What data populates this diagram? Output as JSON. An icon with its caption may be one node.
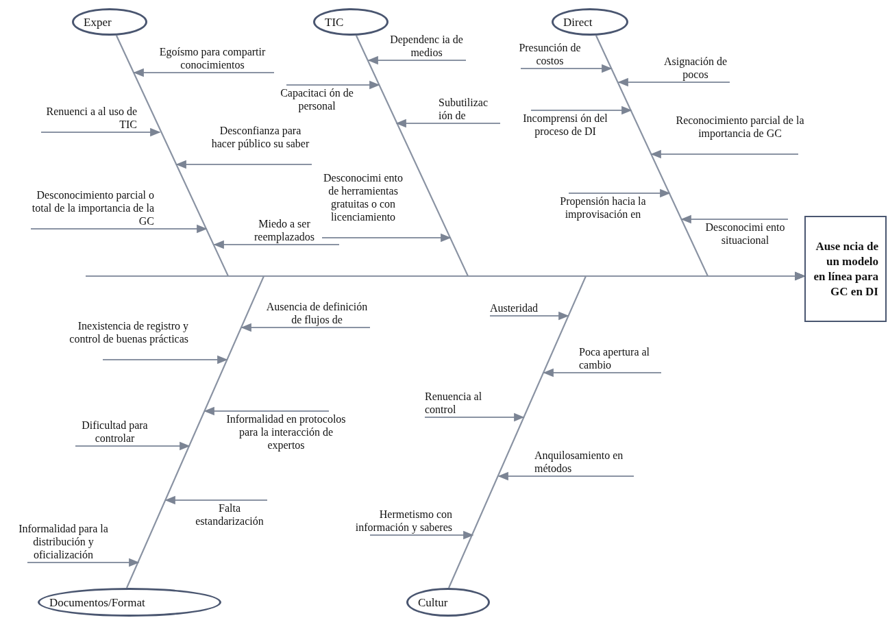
{
  "diagram": {
    "nodes": [
      {
        "text": [
          "Exper"
        ]
      },
      {
        "text": [
          "TIC"
        ]
      },
      {
        "text": [
          "Direct"
        ]
      },
      {
        "text": [
          "Documentos/Format"
        ]
      },
      {
        "text": [
          "Cultur"
        ]
      },
      {
        "text": [
          "Ause ncia de un modelo en línea para GC en DI"
        ]
      },
      {
        "text": [
          "Egoísmo para compartir conocimientos"
        ]
      },
      {
        "text": [
          "Renuenci a al uso de TIC"
        ]
      },
      {
        "text": [
          "Desconfianza para hacer público su saber"
        ]
      },
      {
        "text": [
          "Desconocimiento parcial o total de la importancia de la GC"
        ]
      },
      {
        "text": [
          "Miedo a ser reemplazados"
        ]
      },
      {
        "text": [
          "Dependenc ia de medios"
        ]
      },
      {
        "text": [
          "Capacitaci ón de personal"
        ]
      },
      {
        "text": [
          "Subutilizac ión de"
        ]
      },
      {
        "text": [
          "Desconocimi ento de herramientas gratuitas o con licenciamiento"
        ]
      },
      {
        "text": [
          "Presunción de costos"
        ]
      },
      {
        "text": [
          "Asignación de pocos"
        ]
      },
      {
        "text": [
          "Incomprensi ón del proceso de DI"
        ]
      },
      {
        "text": [
          "Reconocimiento parcial de la importancia de GC"
        ]
      },
      {
        "text": [
          "Propensión hacia la improvisación en"
        ]
      },
      {
        "text": [
          "Desconocimi ento situacional"
        ]
      },
      {
        "text": [
          "Ausencia de definición de flujos de"
        ]
      },
      {
        "text": [
          "Inexistencia de registro y control de buenas prácticas"
        ]
      },
      {
        "text": [
          "Informalidad en protocolos para la interacción de expertos"
        ]
      },
      {
        "text": [
          "Dificultad para controlar"
        ]
      },
      {
        "text": [
          "Falta estandarización"
        ]
      },
      {
        "text": [
          "Informalidad para la distribución y oficialización"
        ]
      },
      {
        "text": [
          "Austeridad"
        ]
      },
      {
        "text": [
          "Poca apertura al cambio"
        ]
      },
      {
        "text": [
          "Renuencia al control"
        ]
      },
      {
        "text": [
          "Anquilosamiento en métodos"
        ]
      },
      {
        "text": [
          "Hermetismo con información y saberes"
        ]
      }
    ],
    "edges": [
      {
        "from": 0,
        "to": 5,
        "arrow": "to"
      },
      {
        "from": 1,
        "to": 5,
        "arrow": "to"
      },
      {
        "from": 2,
        "to": 5,
        "arrow": "to"
      },
      {
        "from": 3,
        "to": 5,
        "arrow": "to"
      },
      {
        "from": 4,
        "to": 5,
        "arrow": "to"
      },
      {
        "from": 6,
        "to": null,
        "arrow": "to"
      },
      {
        "from": 7,
        "to": null,
        "arrow": "to"
      },
      {
        "from": 8,
        "to": null,
        "arrow": "to"
      },
      {
        "from": 9,
        "to": null,
        "arrow": "to"
      },
      {
        "from": 10,
        "to": null,
        "arrow": "to"
      },
      {
        "from": 11,
        "to": null,
        "arrow": "to"
      },
      {
        "from": 12,
        "to": null,
        "arrow": "to"
      },
      {
        "from": 13,
        "to": null,
        "arrow": "to"
      },
      {
        "from": 14,
        "to": null,
        "arrow": "to"
      },
      {
        "from": 15,
        "to": null,
        "arrow": "to"
      },
      {
        "from": 16,
        "to": null,
        "arrow": "to"
      },
      {
        "from": 17,
        "to": null,
        "arrow": "to"
      },
      {
        "from": 18,
        "to": null,
        "arrow": "to"
      },
      {
        "from": 19,
        "to": null,
        "arrow": "to"
      },
      {
        "from": 20,
        "to": null,
        "arrow": "to"
      },
      {
        "from": 21,
        "to": null,
        "arrow": "to"
      },
      {
        "from": 22,
        "to": null,
        "arrow": "to"
      },
      {
        "from": 23,
        "to": null,
        "arrow": "to"
      },
      {
        "from": 24,
        "to": null,
        "arrow": "to"
      },
      {
        "from": 25,
        "to": null,
        "arrow": "to"
      },
      {
        "from": 26,
        "to": null,
        "arrow": "to"
      },
      {
        "from": 27,
        "to": null,
        "arrow": "to"
      },
      {
        "from": 28,
        "to": null,
        "arrow": "to"
      },
      {
        "from": 29,
        "to": null,
        "arrow": "to"
      },
      {
        "from": 30,
        "to": null,
        "arrow": "to"
      },
      {
        "from": 31,
        "to": null,
        "arrow": "to"
      }
    ]
  }
}
